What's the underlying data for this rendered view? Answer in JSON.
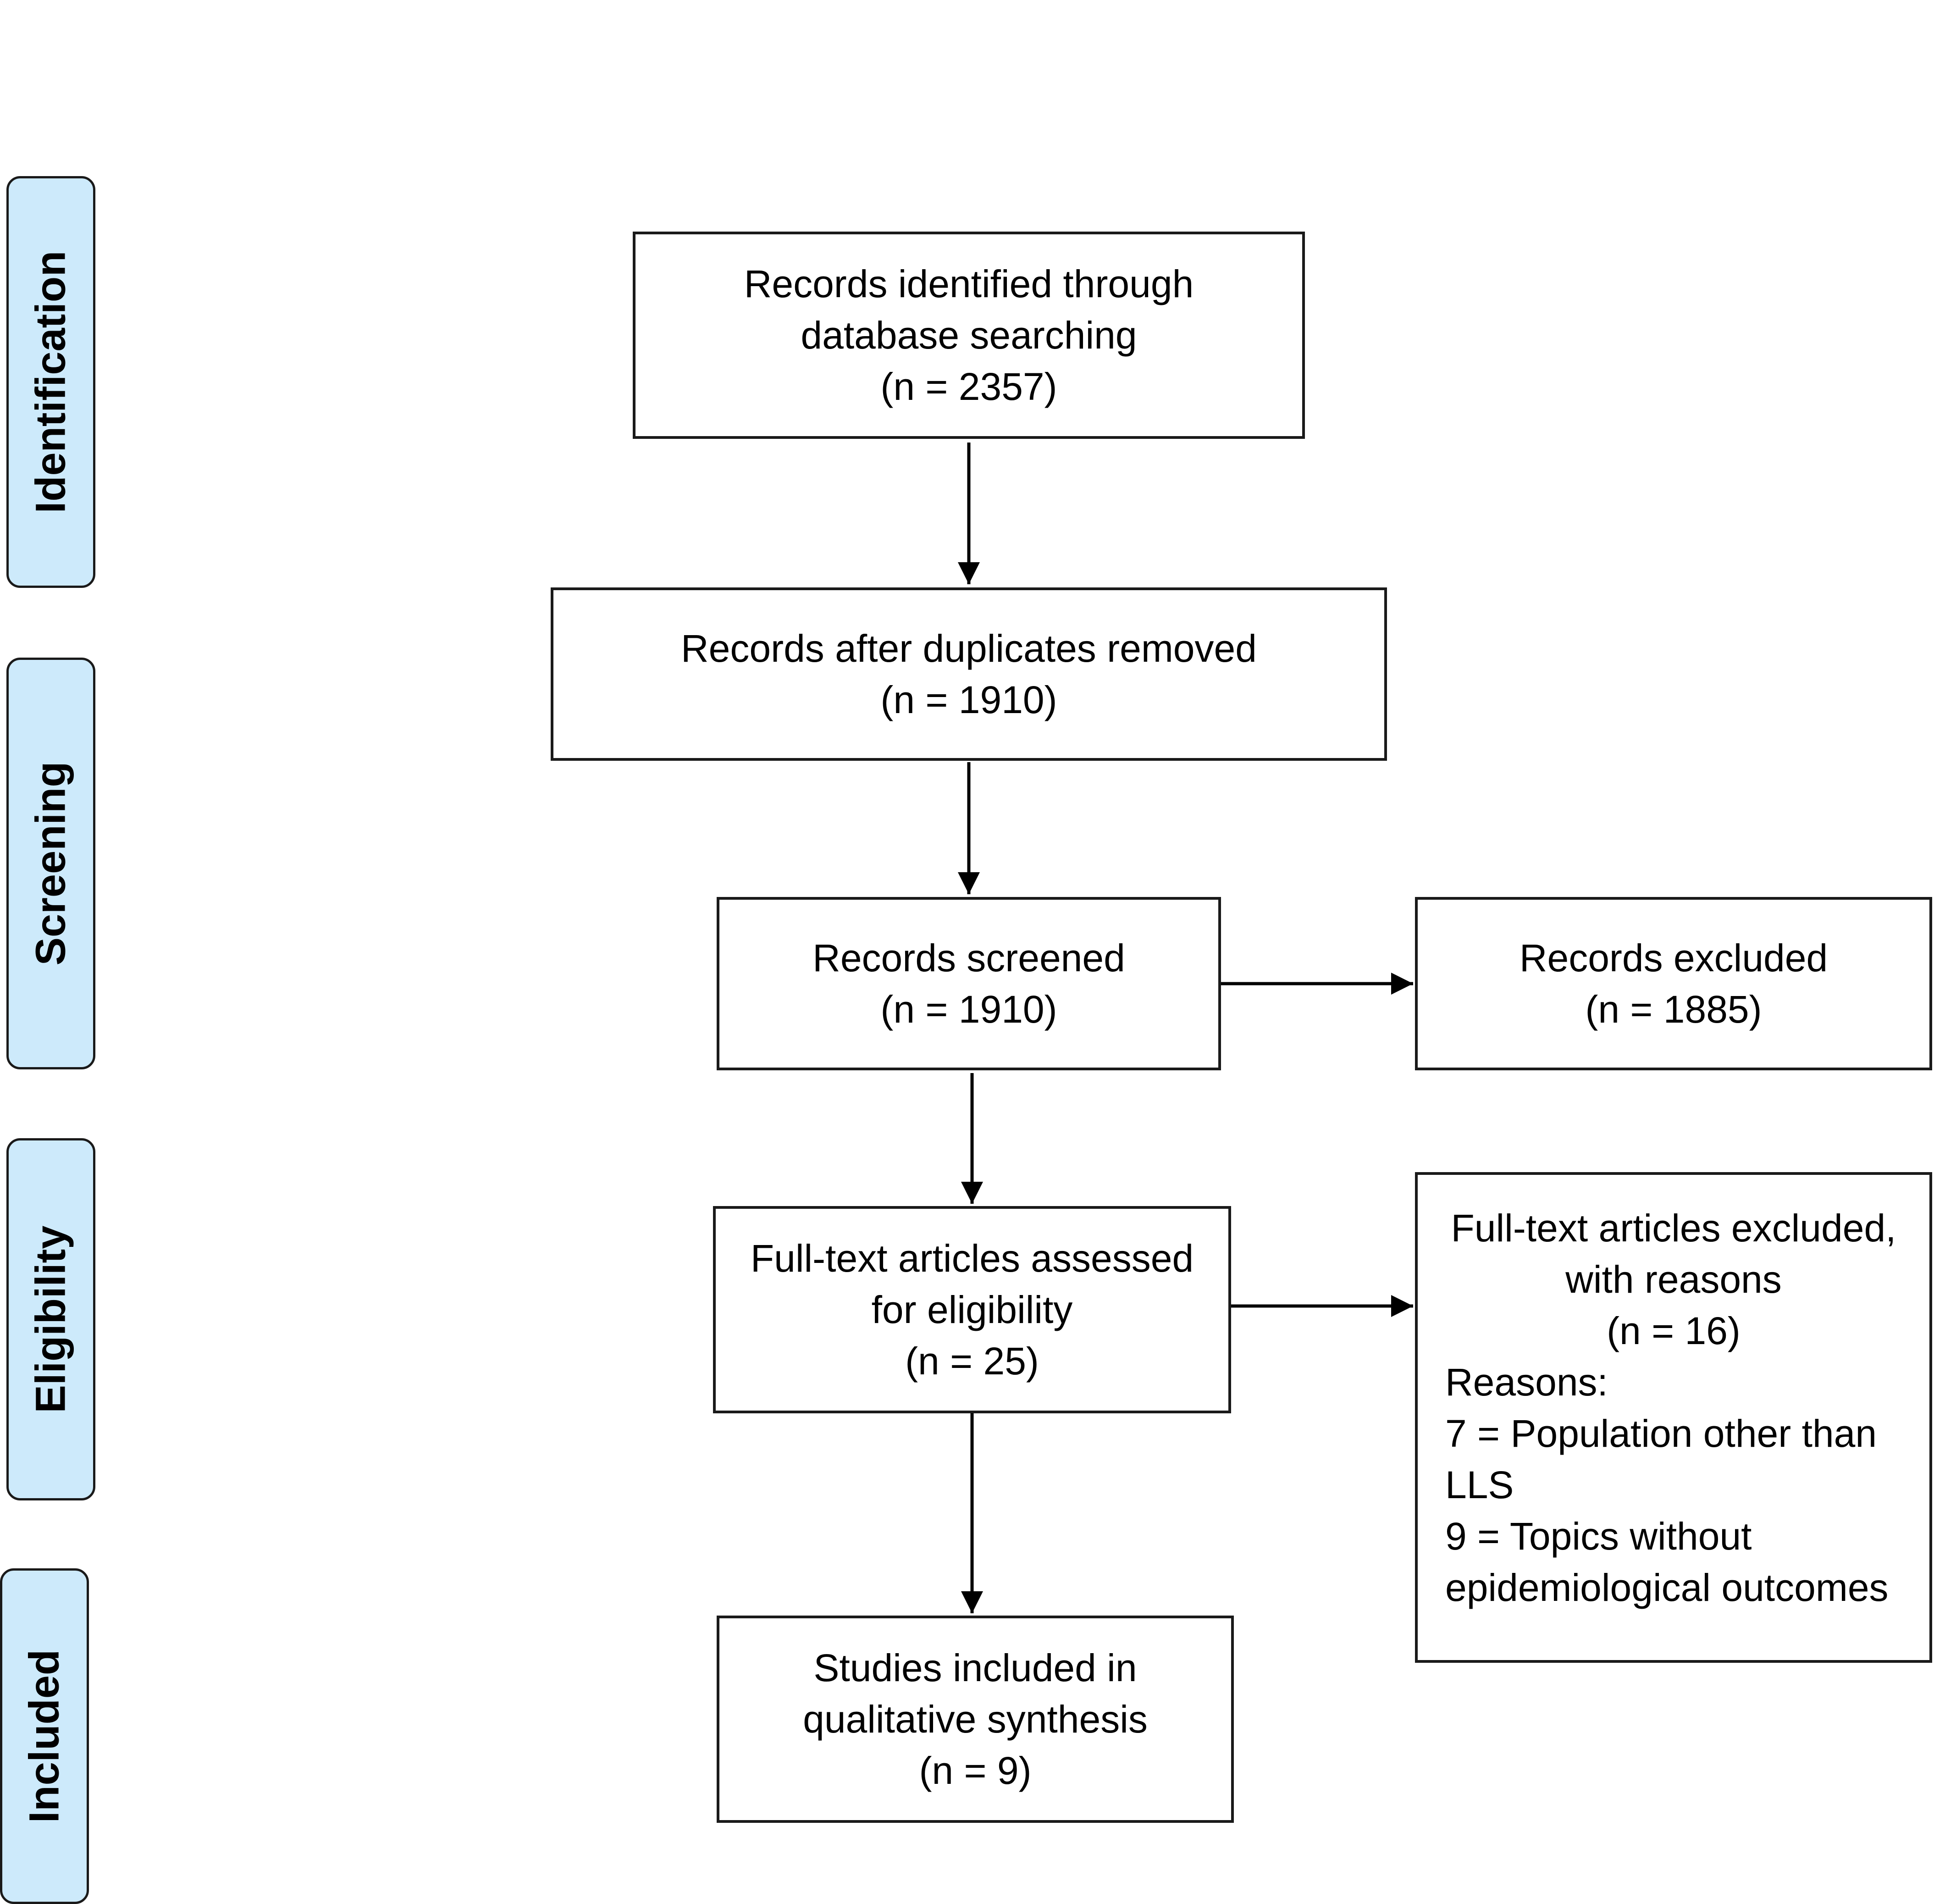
{
  "phases": {
    "identification": "Identification",
    "screening": "Screening",
    "eligibility": "Eligibility",
    "included": "Included"
  },
  "boxes": {
    "identified": [
      "Records identified through",
      "database searching",
      "(n = 2357)"
    ],
    "duplicates_removed": [
      "Records after duplicates removed",
      "(n = 1910)"
    ],
    "screened": [
      "Records screened",
      "(n = 1910)"
    ],
    "excluded": [
      "Records excluded",
      "(n = 1885)"
    ],
    "assessed": [
      "Full-text articles assessed",
      "for eligibility",
      "(n = 25)"
    ],
    "fulltext_excluded": {
      "lines": [
        "Full-text articles excluded,",
        "with reasons",
        "(n = 16)"
      ],
      "reasons": [
        "Reasons:",
        "7 = Population other than",
        "LLS",
        "9 = Topics without",
        "epidemiological outcomes"
      ]
    },
    "included": [
      "Studies included in",
      "qualitative synthesis",
      "(n = 9)"
    ]
  }
}
